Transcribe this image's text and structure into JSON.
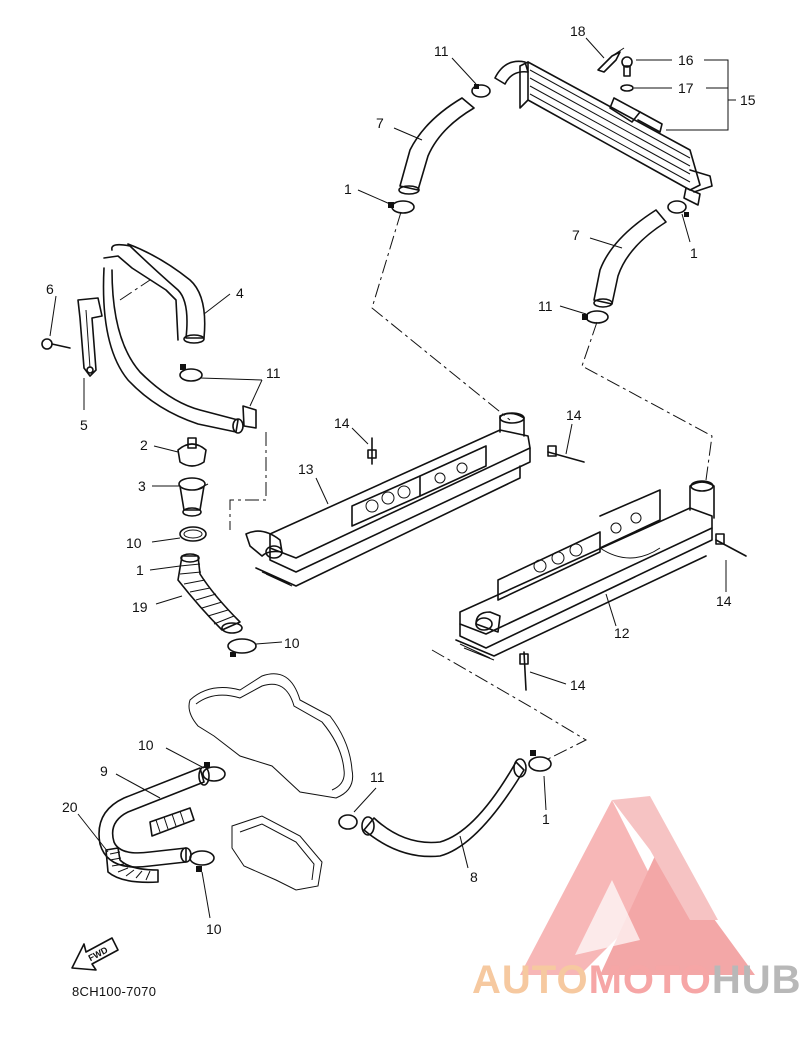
{
  "diagram_code": "8CH100-7070",
  "fwd_label": "FWD",
  "watermark": {
    "part1": "AUTO",
    "part2": "MOTO",
    "part3": "HUB"
  },
  "colors": {
    "watermark_triangle": "#f08a8a",
    "watermark_auto": "#f6c9a0",
    "watermark_moto": "#f6a6a6",
    "watermark_hub": "#b8b8b8"
  },
  "callouts": [
    "1",
    "2",
    "3",
    "4",
    "5",
    "6",
    "7",
    "8",
    "9",
    "10",
    "11",
    "12",
    "13",
    "14",
    "15",
    "16",
    "17",
    "18",
    "19",
    "20"
  ]
}
